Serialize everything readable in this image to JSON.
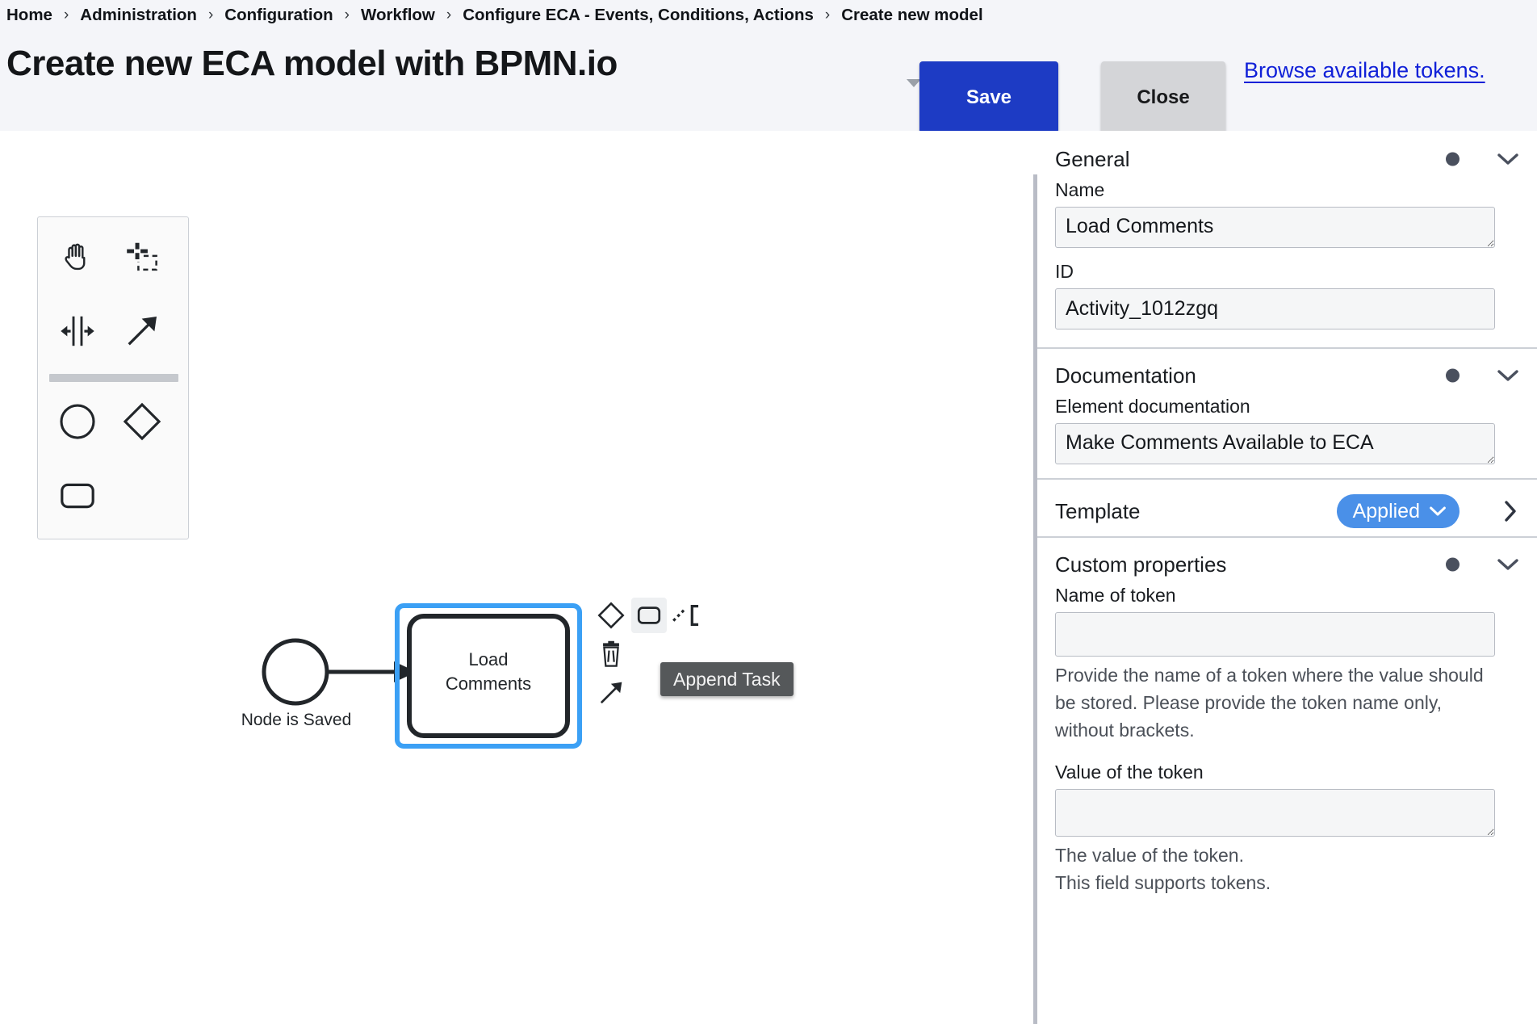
{
  "breadcrumb": {
    "separator": "›",
    "items": [
      {
        "label": "Home"
      },
      {
        "label": "Administration"
      },
      {
        "label": "Configuration"
      },
      {
        "label": "Workflow"
      },
      {
        "label": "Configure ECA - Events, Conditions, Actions"
      },
      {
        "label": "Create new model"
      }
    ]
  },
  "header": {
    "title": "Create new ECA model with BPMN.io",
    "save_label": "Save",
    "close_label": "Close",
    "browse_tokens_label": "Browse available tokens.",
    "accent_blue": "#1d3bc4",
    "close_gray": "#d4d5d8",
    "link_blue": "#1020d8",
    "background": "#f4f5f9"
  },
  "palette": {
    "tools": [
      {
        "name": "hand-tool",
        "icon": "hand-icon"
      },
      {
        "name": "lasso-tool",
        "icon": "lasso-icon"
      },
      {
        "name": "space-tool",
        "icon": "space-tool-icon"
      },
      {
        "name": "connect-tool",
        "icon": "connect-arrow-icon"
      },
      {
        "name": "create-start-event",
        "icon": "circle-icon"
      },
      {
        "name": "create-gateway",
        "icon": "diamond-icon"
      },
      {
        "name": "create-task",
        "icon": "rounded-rect-icon"
      }
    ]
  },
  "diagram": {
    "start_event_label": "Node is Saved",
    "task_label": "Load\nComments",
    "task_label_line1": "Load",
    "task_label_line2": "Comments",
    "selection_color": "#3ba0f5",
    "stroke_color": "#22262a",
    "context_pad": {
      "tooltip": "Append Task",
      "items": [
        {
          "name": "append-gateway",
          "icon": "diamond-icon"
        },
        {
          "name": "append-task",
          "icon": "rounded-rect-icon",
          "active": true
        },
        {
          "name": "append-intermediate-event",
          "icon": "dashed-bracket-icon"
        },
        {
          "name": "delete-element",
          "icon": "trash-icon"
        },
        {
          "name": "connect-element",
          "icon": "arrow-icon"
        }
      ]
    }
  },
  "properties": {
    "groups": {
      "general": {
        "title": "General",
        "name_label": "Name",
        "name_value": "Load Comments",
        "id_label": "ID",
        "id_value": "Activity_1012zgq"
      },
      "documentation": {
        "title": "Documentation",
        "element_doc_label": "Element documentation",
        "element_doc_value": "Make Comments Available to ECA"
      },
      "template": {
        "title": "Template",
        "badge_label": "Applied",
        "badge_color": "#4a90e8"
      },
      "custom_properties": {
        "title": "Custom properties",
        "token_name_label": "Name of token",
        "token_name_value": "",
        "token_name_desc": "Provide the name of a token where the value should be stored. Please provide the token name only, without brackets.",
        "token_value_label": "Value of the token",
        "token_value_value": "",
        "token_value_desc_line1": "The value of the token.",
        "token_value_desc_line2": "This field supports tokens."
      }
    }
  }
}
